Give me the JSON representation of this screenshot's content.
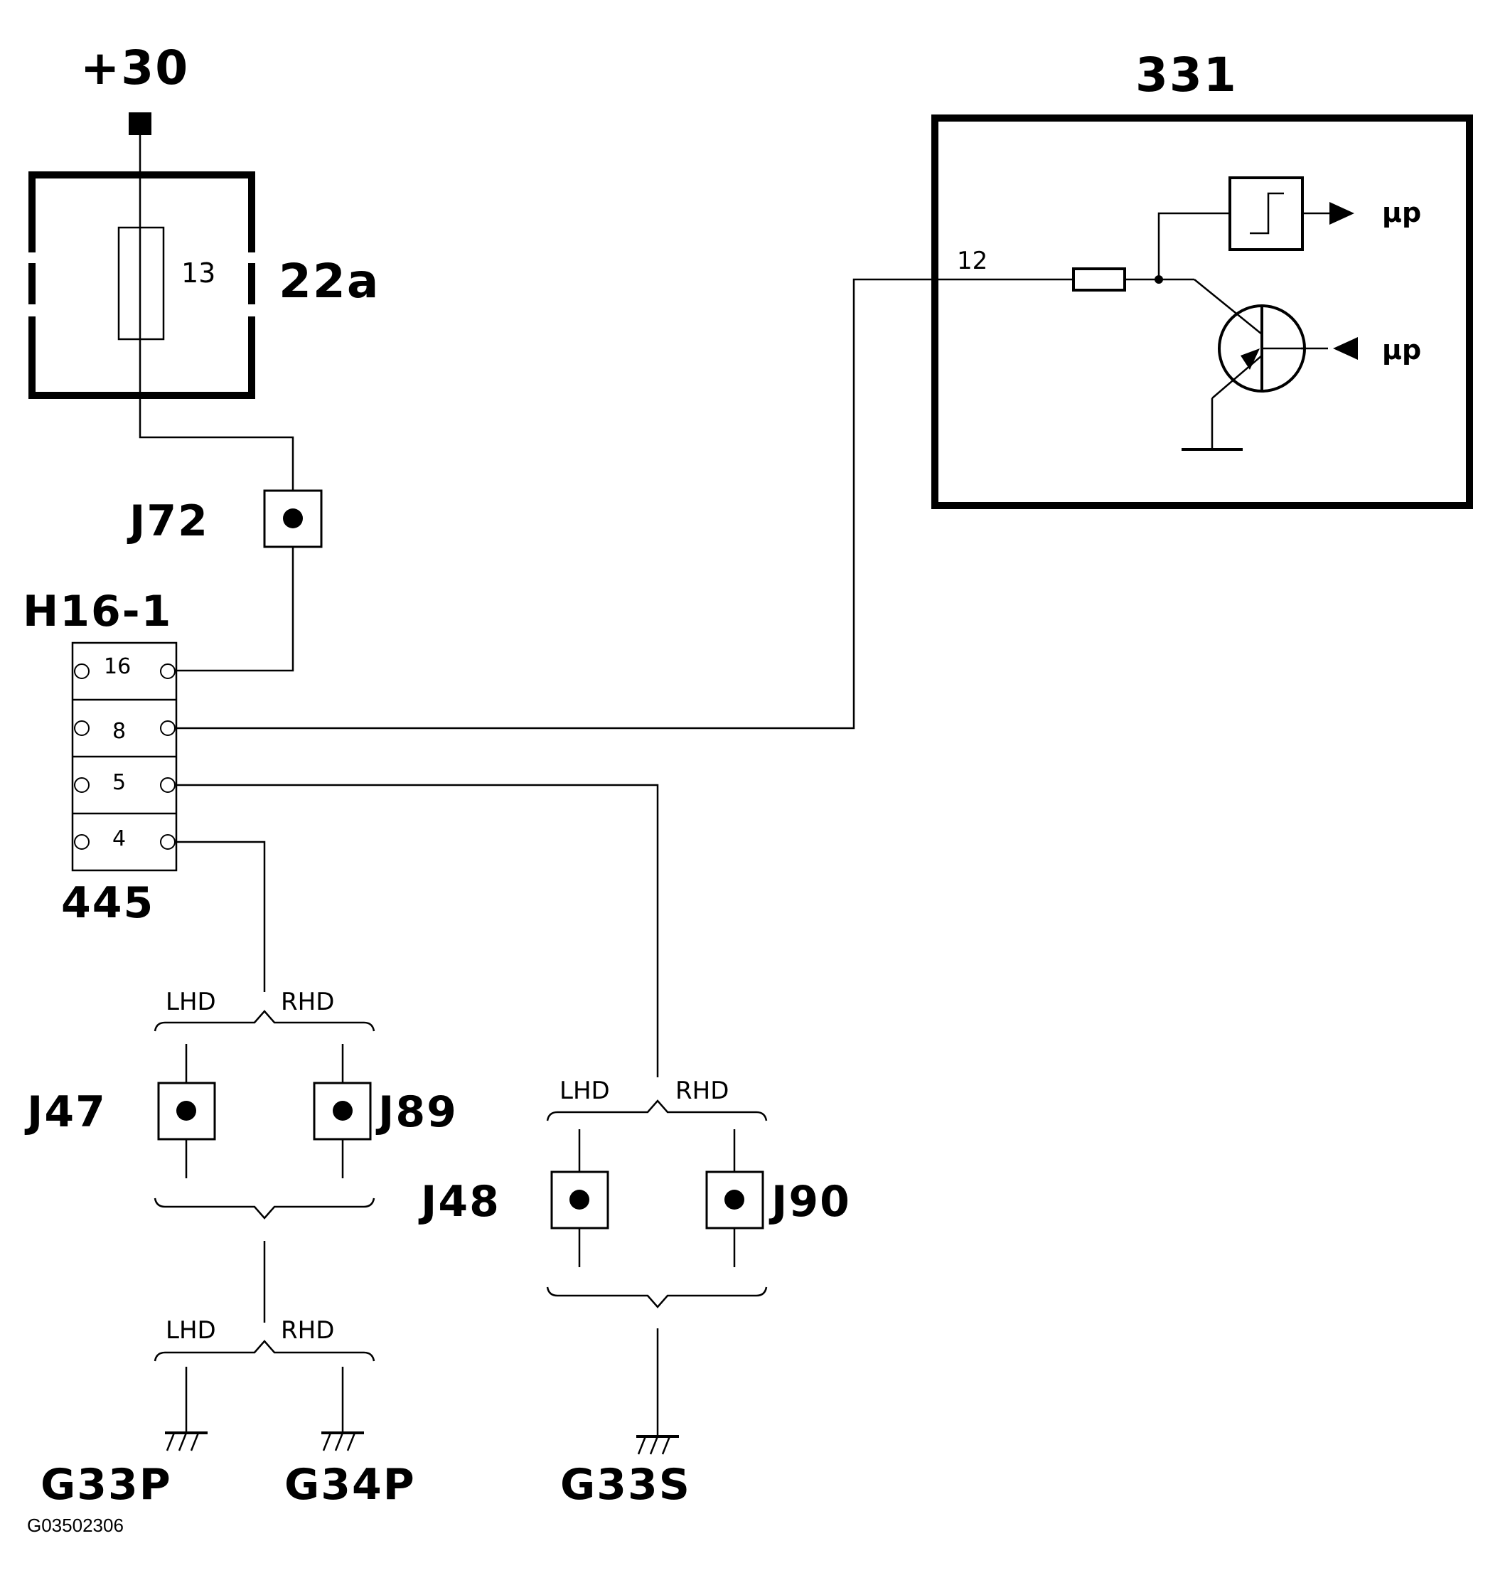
{
  "supply": {
    "label": "+30"
  },
  "fuse_box": {
    "label": "22a",
    "fuse_number": "13"
  },
  "module": {
    "label": "331",
    "pin": "12",
    "output_1": "µp",
    "output_2": "µp"
  },
  "junction_j72": {
    "label": "J72"
  },
  "connector": {
    "top_label": "H16-1",
    "bottom_label": "445",
    "pins": [
      "16",
      "8",
      "5",
      "4"
    ]
  },
  "branch_left": {
    "lhd": "LHD",
    "rhd": "RHD",
    "junction_lhd": "J47",
    "junction_rhd": "J89",
    "ground_lhd_label": "LHD",
    "ground_rhd_label": "RHD",
    "ground_lhd": "G33P",
    "ground_rhd": "G34P"
  },
  "branch_right": {
    "lhd": "LHD",
    "rhd": "RHD",
    "junction_lhd": "J48",
    "junction_rhd": "J90",
    "ground": "G33S"
  },
  "figure_code": "G03502306"
}
